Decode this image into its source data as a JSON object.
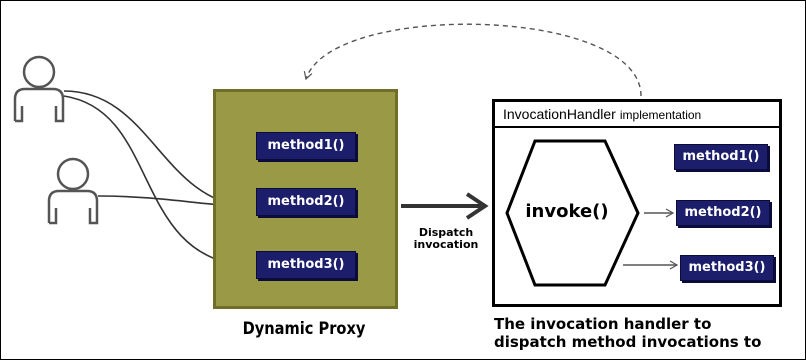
{
  "proxy": {
    "label": "Dynamic Proxy",
    "methods": [
      "method1()",
      "method2()",
      "method3()"
    ],
    "color": "#9a9a46"
  },
  "dispatch": {
    "line1": "Dispatch",
    "line2": "invocation"
  },
  "handler": {
    "title": "InvocationHandler",
    "subtitle": "implementation",
    "invoke": "invoke()",
    "methods": [
      "method1()",
      "method2()",
      "method3()"
    ]
  },
  "caption": {
    "line1": "The invocation handler to",
    "line2": "dispatch method invocations to"
  },
  "colors": {
    "method_fill": "#1c1e6b",
    "method_text": "#ffffff"
  },
  "icons": [
    "user-icon",
    "user-icon"
  ]
}
